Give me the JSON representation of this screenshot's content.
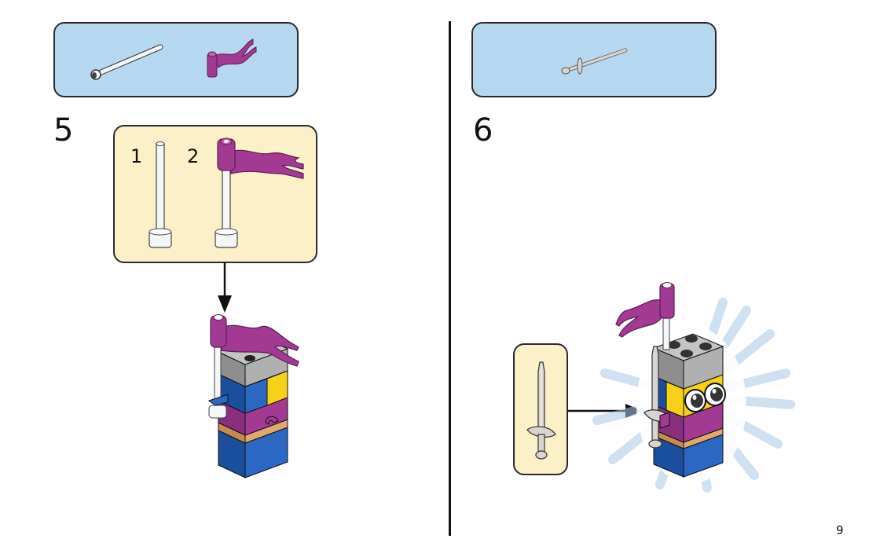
{
  "page": {
    "number": "9"
  },
  "steps": [
    {
      "number": "5",
      "parts": [
        "antenna-bar",
        "flag-2x2-wave"
      ],
      "substeps": [
        {
          "number": "1",
          "part": "antenna-bar"
        },
        {
          "number": "2",
          "part": "flag-on-antenna"
        }
      ]
    },
    {
      "number": "6",
      "parts": [
        "sword"
      ],
      "callout_part": "sword"
    }
  ],
  "colors": {
    "parts_box": "#b5d8f0",
    "callout_box": "#fbf0c8",
    "magenta": "#a23a93",
    "blue": "#1f5bb5",
    "yellow": "#f7d117",
    "gray": "#a8a8a8",
    "tan": "#d9a066"
  }
}
